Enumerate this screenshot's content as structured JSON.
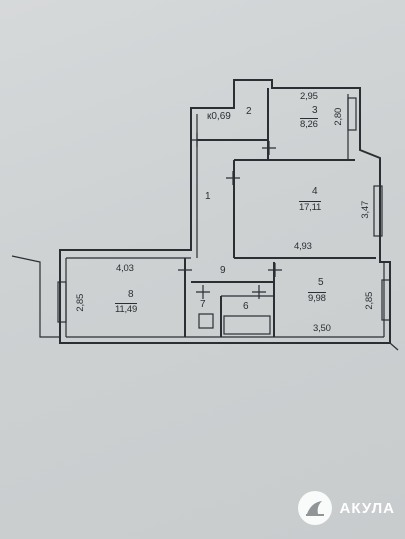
{
  "rooms": [
    {
      "id": "1",
      "label": "1",
      "area": ""
    },
    {
      "id": "2",
      "label": "2",
      "area": ""
    },
    {
      "id": "3",
      "label": "3",
      "area": "8,26"
    },
    {
      "id": "4",
      "label": "4",
      "area": "17,11"
    },
    {
      "id": "5",
      "label": "5",
      "area": "9,98"
    },
    {
      "id": "6",
      "label": "6",
      "area": ""
    },
    {
      "id": "7",
      "label": "7",
      "area": ""
    },
    {
      "id": "8",
      "label": "8",
      "area": "11,49"
    },
    {
      "id": "9",
      "label": "9",
      "area": ""
    }
  ],
  "annotations": {
    "balcony": "к0,69"
  },
  "dimensions": {
    "room3_width": "2,95",
    "room3_depth": "2,80",
    "room4_depth": "3,47",
    "room4_width": "4,93",
    "room5_depth": "2,85",
    "room5_width": "3,50",
    "room8_width": "4,03",
    "room8_depth": "2,85"
  },
  "logo": {
    "text": "АКУЛА",
    "icon": "shark-fin-icon",
    "color": "#ffffff"
  },
  "colors": {
    "line": "#2b2e33",
    "paper": "#cfd3d4"
  }
}
